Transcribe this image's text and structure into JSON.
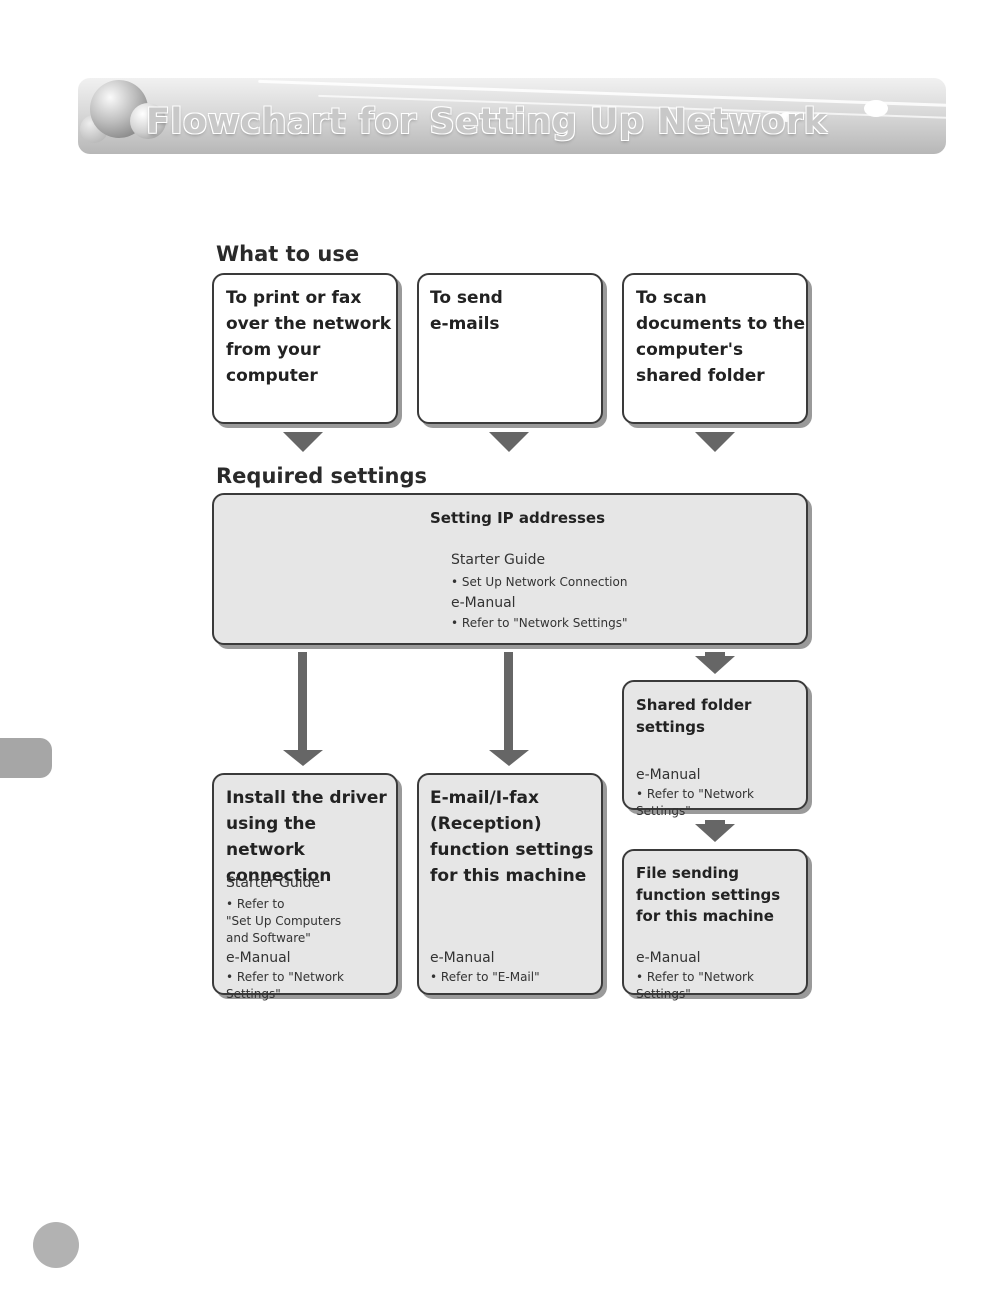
{
  "header": {
    "title": "Flowchart for Setting Up Network"
  },
  "sections": {
    "what_to_use": "What to use",
    "required_settings": "Required settings"
  },
  "use_boxes": [
    {
      "title": "To print or fax\nover the network\nfrom your\ncomputer"
    },
    {
      "title": "To send\ne-mails"
    },
    {
      "title": "To scan\ndocuments to the\ncomputer's\nshared folder"
    }
  ],
  "ip_box": {
    "title": "Setting IP addresses",
    "guide1": "Starter Guide",
    "ref1": "• Set Up Network Connection",
    "guide2": "e-Manual",
    "ref2": "• Refer to \"Network Settings\""
  },
  "shared_box": {
    "title": "Shared folder\nsettings",
    "guide": "e-Manual",
    "ref": "• Refer to \"Network Settings\""
  },
  "driver_box": {
    "title": "Install the driver\nusing the network\nconnection",
    "guide1": "Starter Guide",
    "ref1": "• Refer to\n  \"Set Up Computers\n   and Software\"",
    "guide2": "e-Manual",
    "ref2": "• Refer to \"Network Settings\""
  },
  "email_box": {
    "title": "E-mail/I-fax\n(Reception)\nfunction settings\nfor this machine",
    "guide": "e-Manual",
    "ref": "• Refer to \"E-Mail\""
  },
  "filesend_box": {
    "title": "File sending\nfunction settings\nfor this machine",
    "guide": "e-Manual",
    "ref": "• Refer to \"Network Settings\""
  },
  "colors": {
    "arrow": "#666666",
    "box_border": "#3a3a3a",
    "box_fill_grey": "#e6e6e6"
  }
}
